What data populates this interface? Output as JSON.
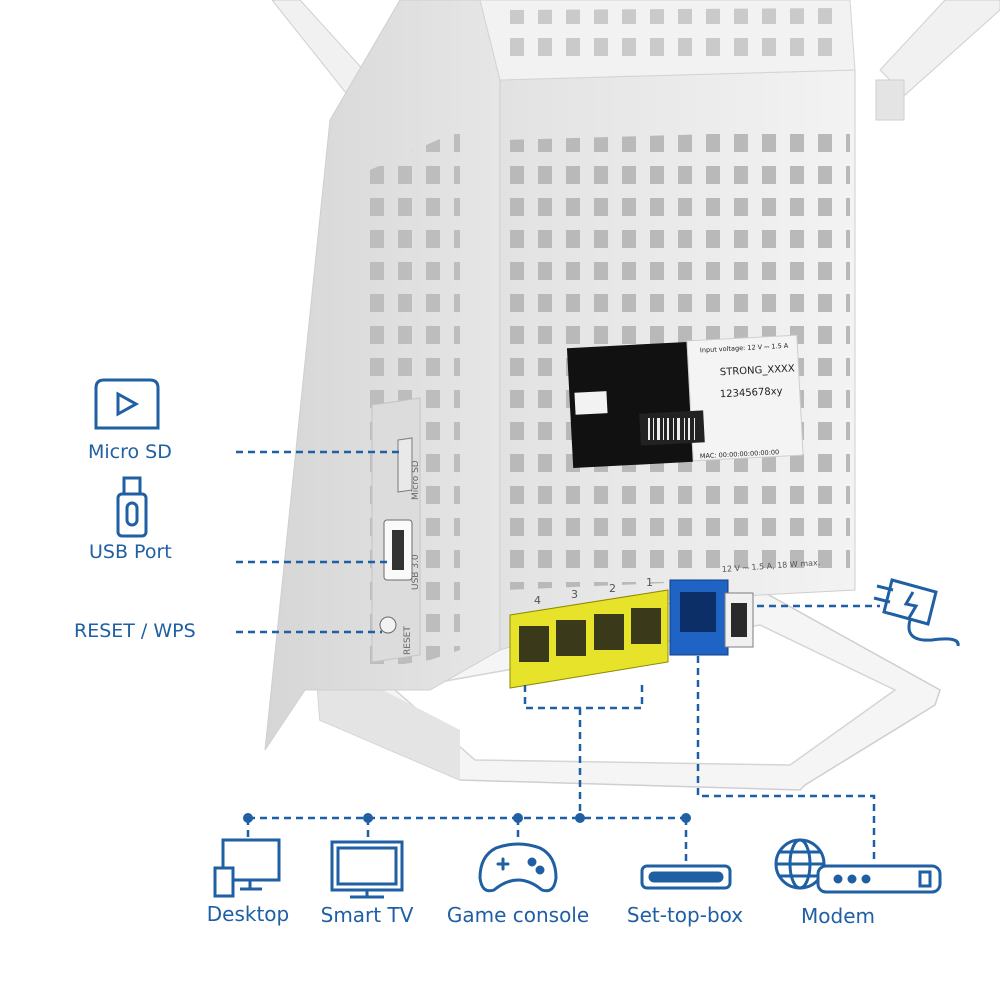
{
  "side_labels": {
    "micro_sd": "Micro SD",
    "usb_port": "USB Port",
    "reset_wps": "RESET / WPS"
  },
  "devices": {
    "desktop": "Desktop",
    "smart_tv": "Smart TV",
    "game_console": "Game console",
    "set_top_box": "Set-top-box",
    "modem": "Modem"
  },
  "router": {
    "port_numbers": [
      "4",
      "3",
      "2",
      "1"
    ],
    "side_text": {
      "micro_sd": "Micro SD",
      "usb": "USB 3.0",
      "reset": "RESET"
    },
    "power_label": "12 V ⎓ 1.5 A, 18 W max.",
    "sticker": {
      "model": "STRONG_XXXX",
      "serial": "12345678xy",
      "input": "Input voltage: 12 V ⎓ 1.5 A",
      "mac": "MAC: 00:00:00:00:00:00"
    }
  },
  "colors": {
    "accent": "#1f5fa3",
    "lan_ports": "#e7e22a",
    "wan_port": "#1f63c4",
    "router_body": "#ececec"
  }
}
